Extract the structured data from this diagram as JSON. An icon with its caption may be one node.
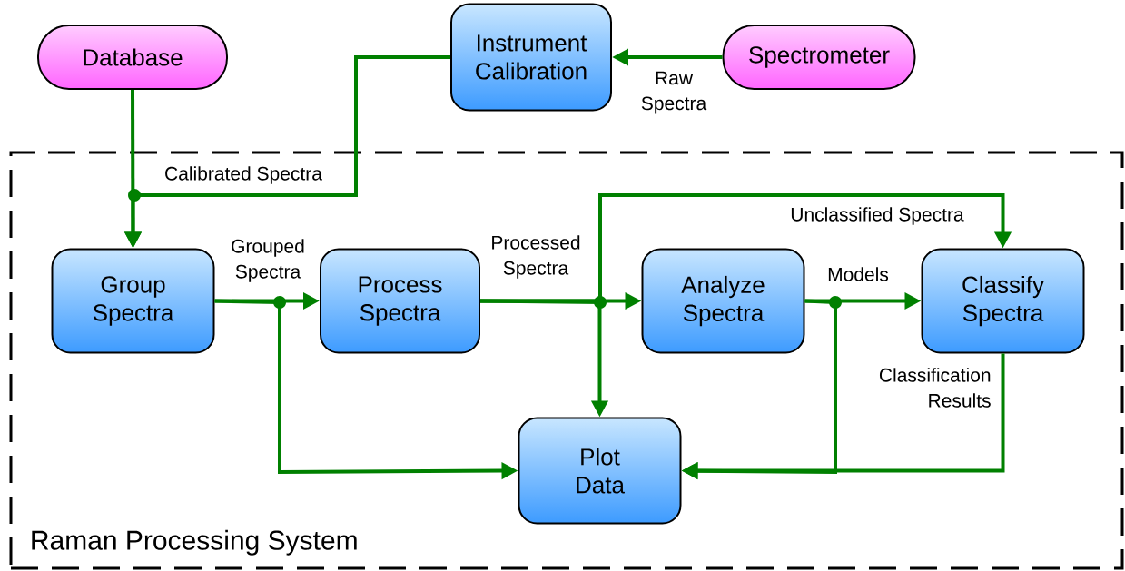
{
  "diagram": {
    "nodes": [
      {
        "text": [
          "Database"
        ]
      },
      {
        "text": [
          "Instrument Calibration"
        ]
      },
      {
        "text": [
          "Spectrometer"
        ]
      },
      {
        "text": [
          "Raman Processing System"
        ]
      },
      {
        "text": [
          "Group Spectra"
        ],
        "in": 3
      },
      {
        "text": [
          "Process Spectra"
        ],
        "in": 3
      },
      {
        "text": [
          "Analyze Spectra"
        ],
        "in": 3
      },
      {
        "text": [
          "Classify Spectra"
        ],
        "in": 3
      },
      {
        "text": [
          "Plot Data"
        ],
        "in": 3
      }
    ],
    "edges": [
      {
        "from": 2,
        "to": 1,
        "arrow": "to",
        "label": "Raw Spectra"
      },
      {
        "from": 0,
        "to": 4,
        "arrow": "to"
      },
      {
        "from": 1,
        "to": 4,
        "arrow": "to",
        "label": "Calibrated Spectra"
      },
      {
        "from": 4,
        "to": 5,
        "arrow": "to",
        "label": "Grouped Spectra"
      },
      {
        "from": 4,
        "to": 8,
        "arrow": "to"
      },
      {
        "from": 5,
        "to": 6,
        "arrow": "to",
        "label": "Processed Spectra"
      },
      {
        "from": 5,
        "to": 8,
        "arrow": "to"
      },
      {
        "from": 5,
        "to": 7,
        "arrow": "to",
        "label": "Unclassified Spectra"
      },
      {
        "from": 6,
        "to": 7,
        "arrow": "to",
        "label": "Models"
      },
      {
        "from": 6,
        "to": 8,
        "arrow": "to"
      },
      {
        "from": 7,
        "to": 8,
        "arrow": "to",
        "label": "Classification Results"
      }
    ]
  }
}
